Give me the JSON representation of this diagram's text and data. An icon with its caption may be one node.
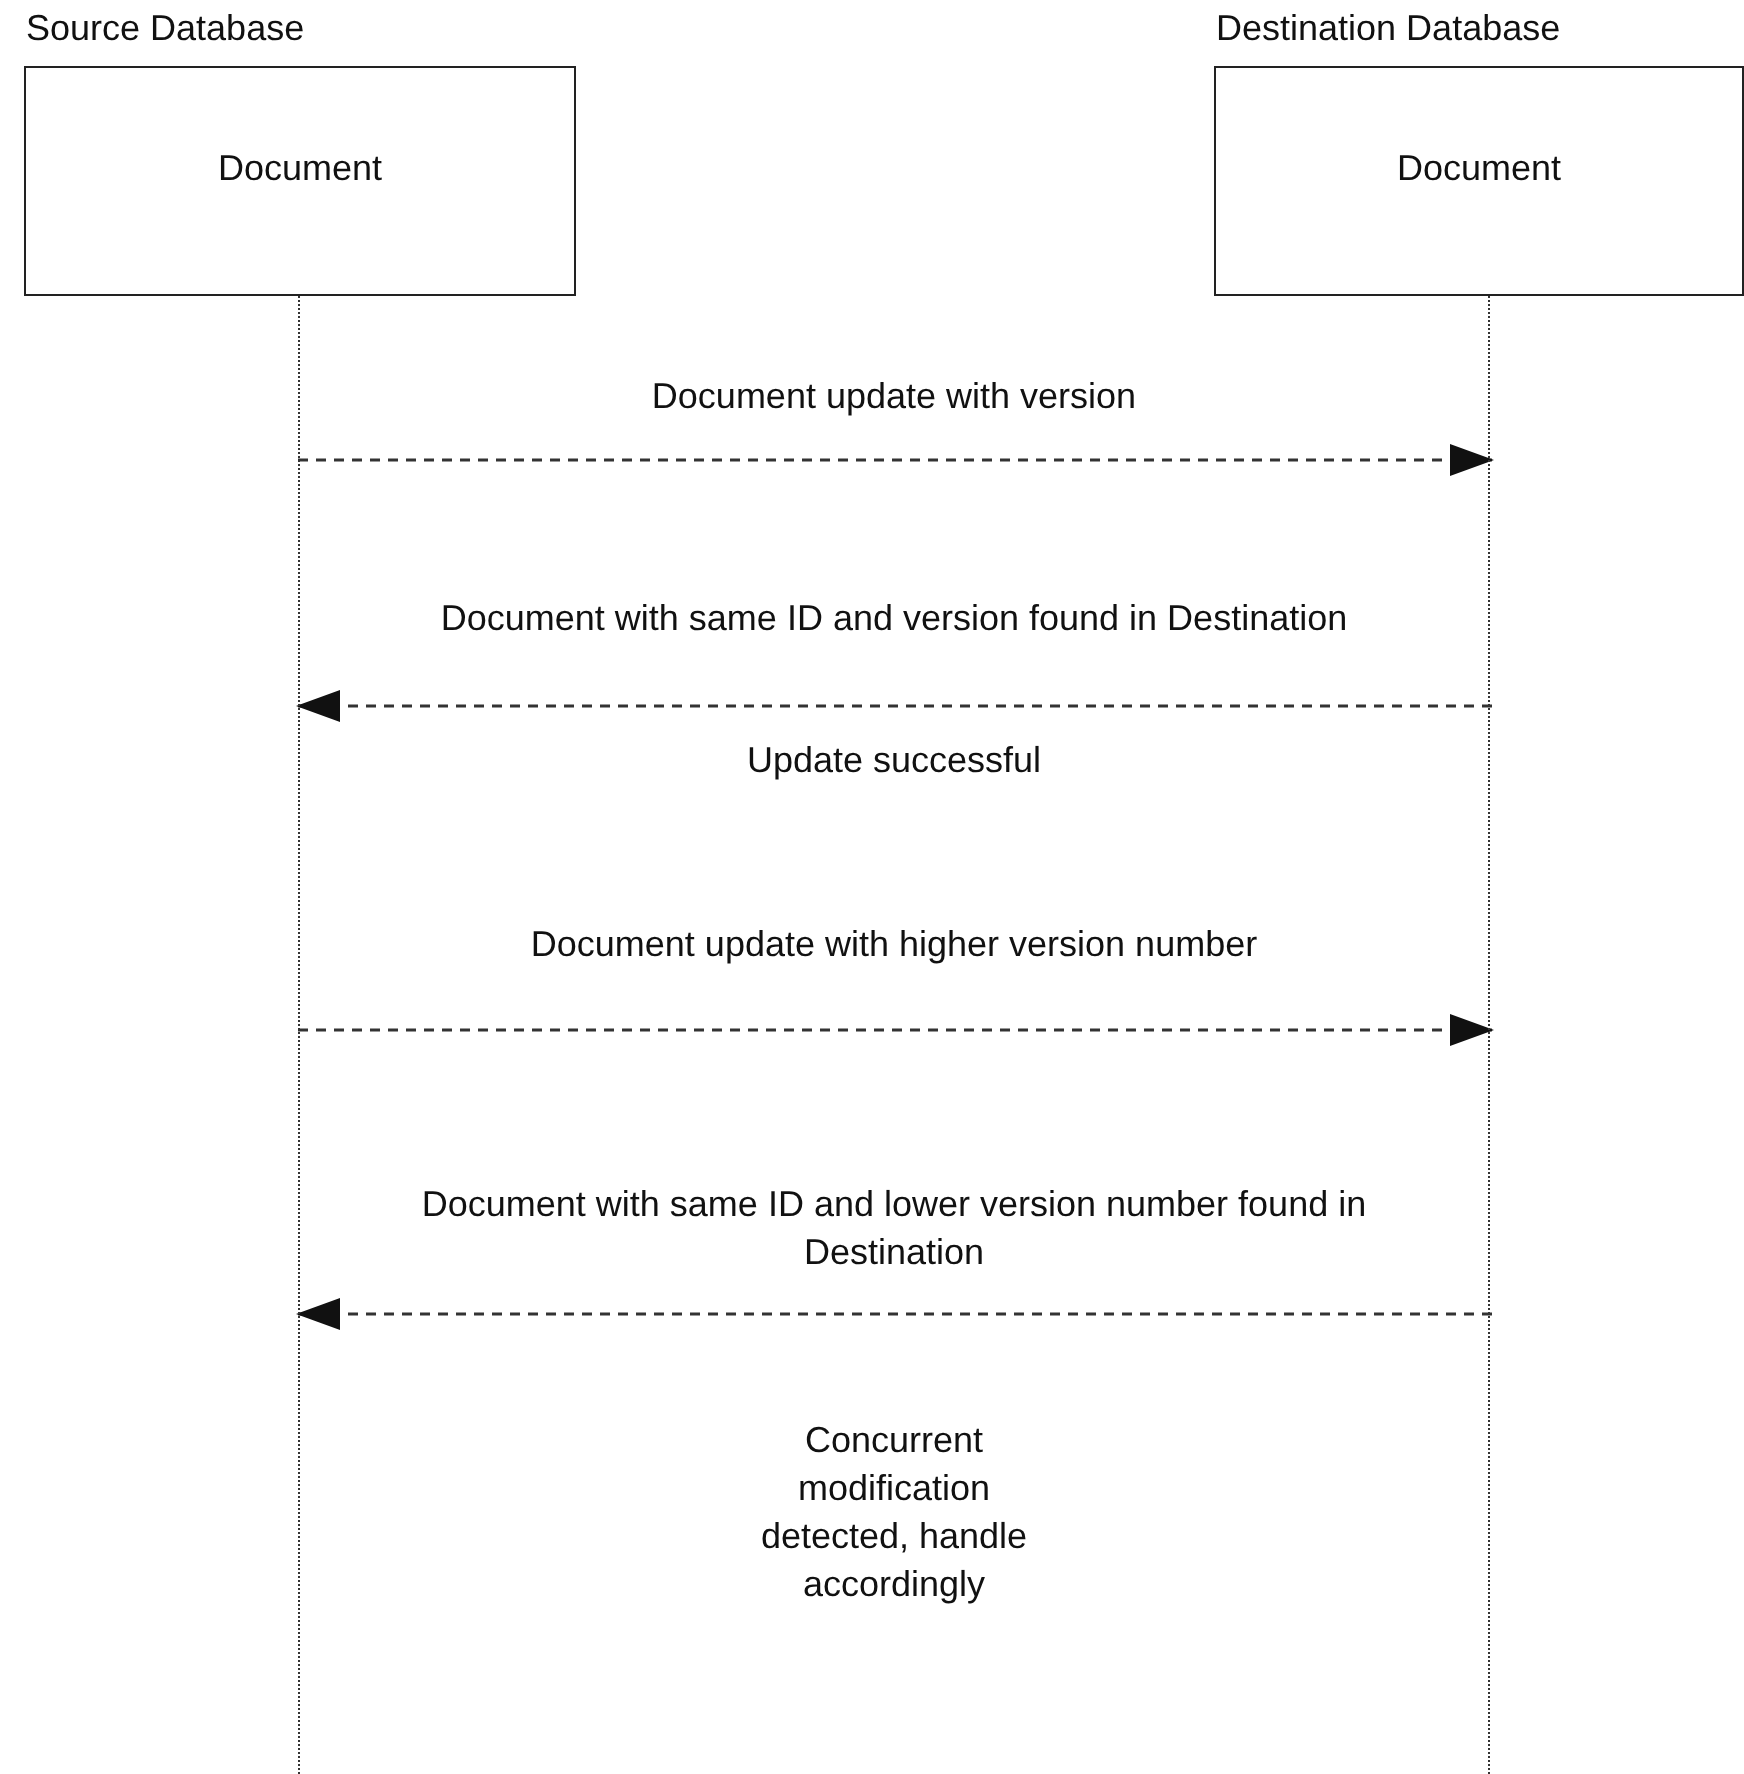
{
  "diagram": {
    "nodes": [
      {
        "text": [
          "Source Database",
          "Document"
        ]
      },
      {
        "text": [
          "Destination Database",
          "Document"
        ]
      },
      {
        "text": [],
        "shape": "line"
      },
      {
        "text": [],
        "shape": "line"
      }
    ],
    "edges": [
      {
        "from": 2,
        "to": 3,
        "arrow": "to",
        "style": "dashed",
        "label": "Document update with version"
      },
      {
        "from": 3,
        "to": 2,
        "arrow": "to",
        "style": "dashed",
        "label": "Document with same ID and version found in Destination"
      },
      {
        "from": 2,
        "to": 3,
        "arrow": "to",
        "style": "dashed",
        "label": "Document update with higher version number"
      },
      {
        "from": 3,
        "to": 2,
        "arrow": "to",
        "style": "dashed",
        "label": "Document with same ID and lower version number found in Destination"
      }
    ],
    "labels": [
      "Update successful",
      "Concurrent modification detected, handle accordingly"
    ]
  }
}
